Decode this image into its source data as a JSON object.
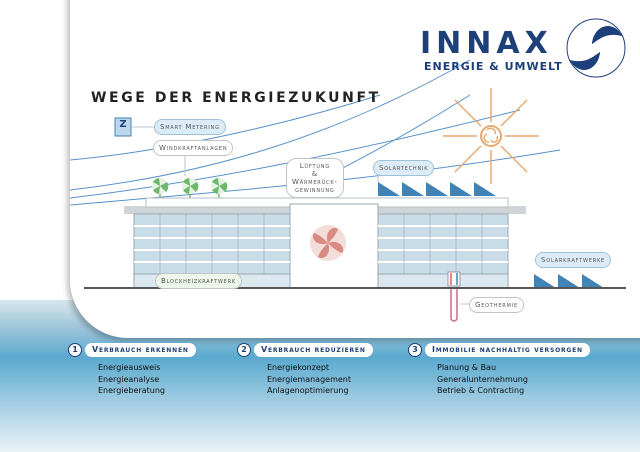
{
  "brand": {
    "name": "INNAX",
    "tagline": "ENERGIE & UMWELT"
  },
  "title": "WEGE DER ENERGIEZUKUNFT",
  "labels": {
    "smart_metering": "Smart Metering",
    "windkraftanlagen": "Windkraftanlagen",
    "lueftung": [
      "Lüftung",
      "&",
      "Wärmerück-",
      "gewinnung"
    ],
    "solartechnik": "Solartechnik",
    "blockheizkraftwerk": "Blockheizkraftwerk",
    "solarkraftwerke": "Solarkraftwerke",
    "geothermie": "Geothermie"
  },
  "meter_glyph": "Z",
  "steps": [
    {
      "number": "1",
      "title": "Verbrauch erkennen",
      "items": [
        "Energieausweis",
        "Energieanalyse",
        "Energieberatung"
      ]
    },
    {
      "number": "2",
      "title": "Verbrauch reduzieren",
      "items": [
        "Energiekonzept",
        "Energiemanagement",
        "Anlagenoptimierung"
      ]
    },
    {
      "number": "3",
      "title": "Immobilie nachhaltig versorgen",
      "items": [
        "Planung & Bau",
        "Generalunternehmung",
        "Betrieb & Contracting"
      ]
    }
  ],
  "colors": {
    "brand": "#1d3f7a",
    "sky_lines": "#3a7fc1",
    "sun": "#e8a96e",
    "wind_turbine": "#6db86a",
    "fan": "#d98a83",
    "building_glass": "#c9dde8",
    "solar_panel": "#3f83b7",
    "band": "#5aa9cf"
  }
}
